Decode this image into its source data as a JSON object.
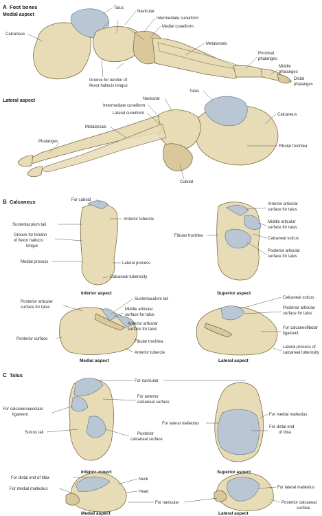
{
  "sections": {
    "a": {
      "letter": "A",
      "title": "Foot bones",
      "medial_aspect": "Medial aspect",
      "lateral_aspect": "Lateral aspect",
      "labels": {
        "talus_top": "Talus",
        "navicular_top": "Navicular",
        "intermediate_cuneiform_top": "Intermediate cuneiform",
        "medial_cuneiform": "Medial cuneiform",
        "calcaneus_left": "Calcaneus",
        "metatarsals_top": "Metatarsals",
        "proximal_phalanges_1": "Proximal",
        "proximal_phalanges_2": "phalanges",
        "middle_phalanges_1": "Middle",
        "middle_phalanges_2": "phalanges",
        "distal_phalanges_1": "Distal",
        "distal_phalanges_2": "phalanges",
        "groove_1": "Groove for tendon of",
        "groove_2": "flexor hallucis longus",
        "talus_lat": "Talus",
        "navicular_lat": "Navicular",
        "intermediate_cuneiform_lat": "Intermediate cuneiform",
        "lateral_cuneiform": "Lateral cuneiform",
        "metatarsals_lat": "Metatarsals",
        "phalanges": "Phalanges",
        "calcaneus_lat": "Calcaneus",
        "fibular_trochlea": "Fibular trochlea",
        "cuboid": "Cuboid"
      }
    },
    "b": {
      "letter": "B",
      "title": "Calcaneus",
      "inferior_aspect": "Inferior aspect",
      "superior_aspect": "Superior aspect",
      "medial_aspect": "Medial aspect",
      "lateral_aspect": "Lateral aspect",
      "labels": {
        "for_cuboid": "For cuboid",
        "sustentaculum_tali": "Sustentaculum tali",
        "anterior_tubercle": "Anterior tubercle",
        "groove_1": "Groove for tendon",
        "groove_2": "of flexor hallucis",
        "groove_3": "longus",
        "medial_process": "Medial process",
        "lateral_process": "Lateral process",
        "calcaneal_tuberosity": "Calcaneal tuberosity",
        "ant_art_1": "Anterior articular",
        "ant_art_2": "surface for talus",
        "fibular_trochlea_sup": "Fibular trochlea",
        "mid_art_1": "Middle articular",
        "mid_art_2": "surface for talus",
        "calcaneal_sulcus_sup": "Calcaneal sulcus",
        "post_art_1": "Posterior articular",
        "post_art_2": "surface for talus",
        "med_post_art_1": "Posterior articular",
        "med_post_art_2": "surface for talus",
        "med_sustentaculum": "Sustentaculum tali",
        "med_mid_art_1": "Middle articular",
        "med_mid_art_2": "surface for talus",
        "med_ant_art_1": "Anterior articular",
        "med_ant_art_2": "surface for talus",
        "posterior_surface": "Posterior surface",
        "fibular_trochlea_lat": "Fibular trochlea",
        "anterior_tubercle_med": "Anterior tubercle",
        "lat_calcaneal_sulcus": "Calcaneal sulcus",
        "lat_post_art_1": "Posterior articular",
        "lat_post_art_2": "surface for talus",
        "calcaneofibular_1": "For calcaneofibular",
        "calcaneofibular_2": "ligament",
        "lat_process_1": "Lateral process of",
        "lat_process_2": "calcaneal tuberosity"
      }
    },
    "c": {
      "letter": "C",
      "title": "Talus",
      "inferior_aspect": "Inferior aspect",
      "superior_aspect": "Superior aspect",
      "medial_aspect": "Medial aspect",
      "lateral_aspect": "Lateral aspect",
      "labels": {
        "for_navicular_top": "For navicular",
        "for_anterior_1": "For anterior",
        "for_anterior_2": "calcaneal surface",
        "calcaneonavicular_1": "For calcaneonavicular",
        "calcaneonavicular_2": "ligament",
        "for_lateral_malleolus_sup": "For lateral malleolus",
        "for_medial_malleolus_sup": "For medial malleolus",
        "for_distal_tibia_1": "For distal end",
        "for_distal_tibia_2": "of tibia",
        "sulcus_tali": "Sulcus tali",
        "posterior_calc_1": "Posterior",
        "posterior_calc_2": "calcaneal surface",
        "for_distal_end_tibia": "For distal end of tibia",
        "neck": "Neck",
        "for_medial_malleolus_med": "For medial malleolus",
        "head": "Head",
        "for_navicular_bottom": "For navicular",
        "for_lateral_malleolus_lat": "For lateral malleolus",
        "posterior_calc_lat_1": "Posterior calcaneal",
        "posterior_calc_lat_2": "surface"
      }
    }
  }
}
